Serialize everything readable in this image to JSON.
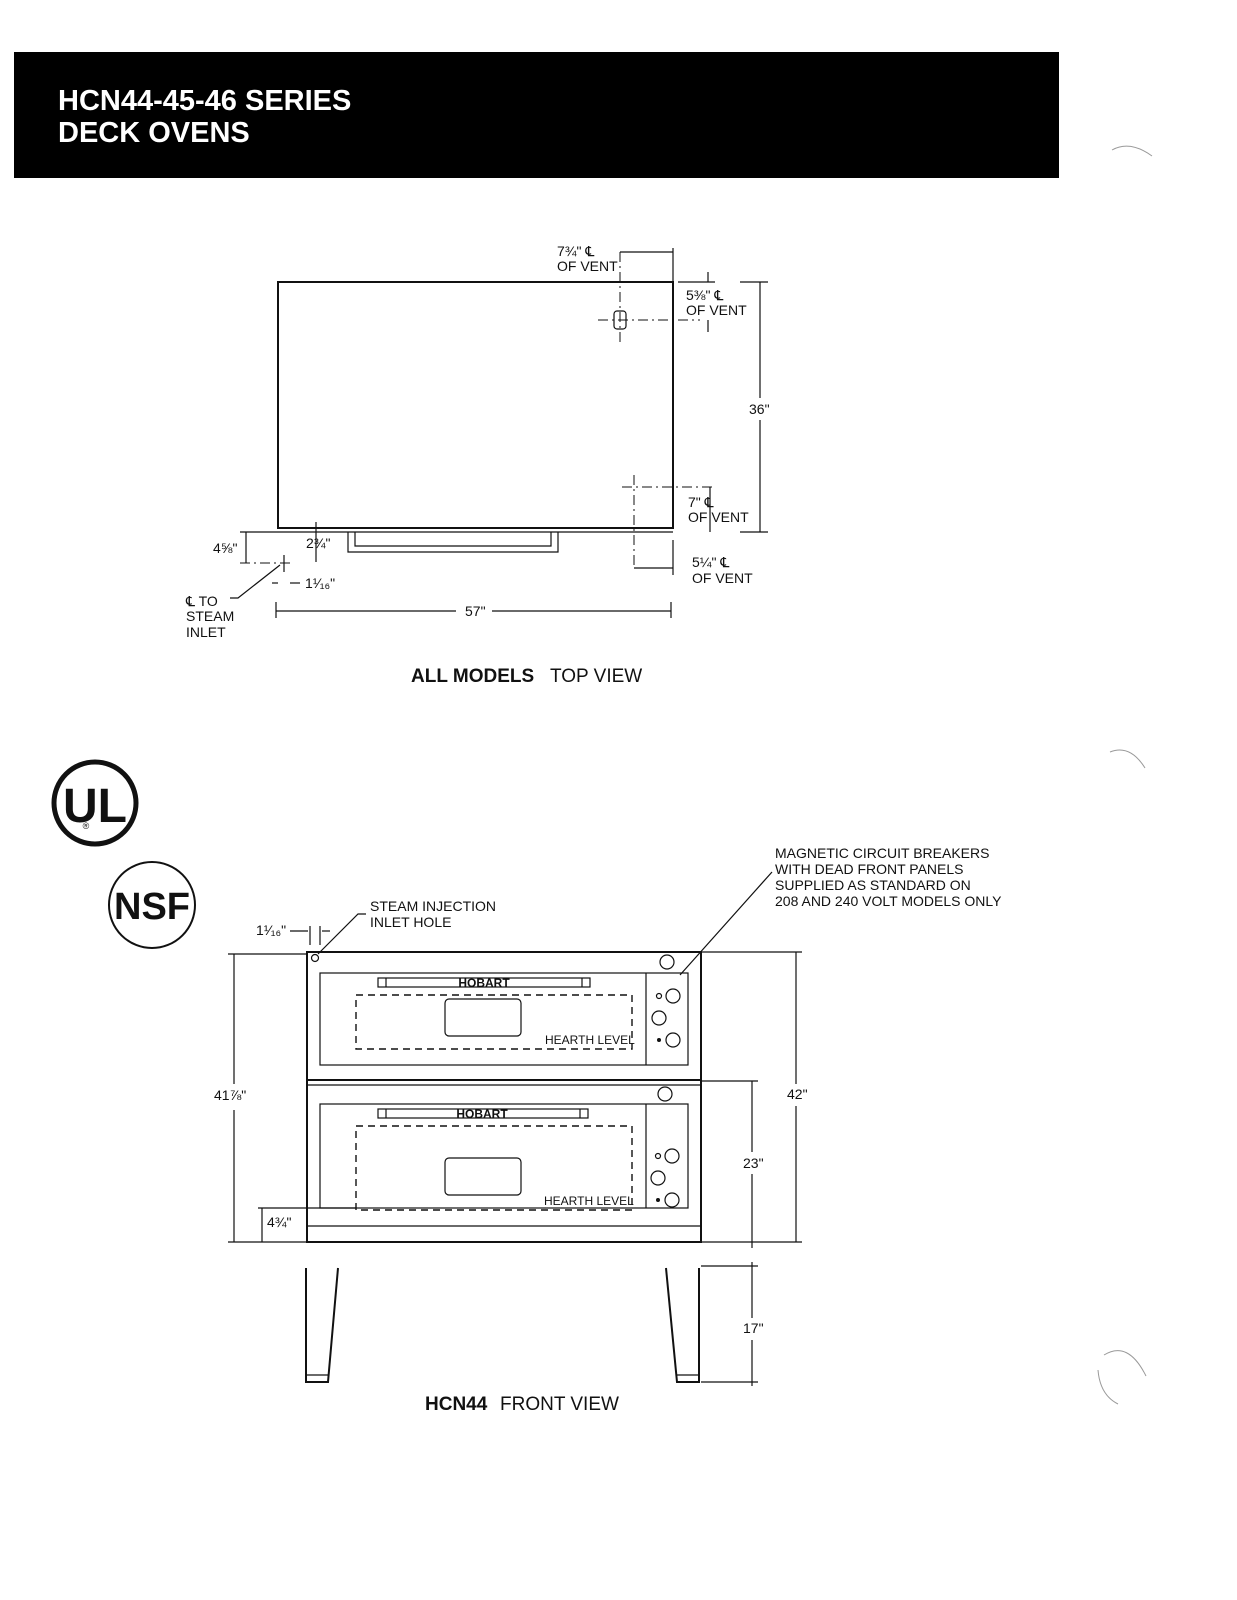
{
  "header": {
    "title_line1": "HCN44-45-46 SERIES",
    "title_line2": "DECK OVENS"
  },
  "top_view": {
    "caption_bold": "ALL MODELS",
    "caption": "TOP VIEW",
    "dim_vent_from_right": "7¾\" ℄",
    "dim_vent_from_right_2": "OF VENT",
    "dim_vent_from_back": "5⅜\" ℄",
    "dim_vent_from_back_2": "OF VENT",
    "dim_depth": "36\"",
    "dim_vent2_from_front": "7\" ℄",
    "dim_vent2_from_front_2": "OF VENT",
    "dim_vent2_from_right": "5¼\" ℄",
    "dim_vent2_from_right_2": "OF VENT",
    "dim_handle": "2¾\"",
    "dim_steam_depth": "4⅝\"",
    "dim_steam_side": "1¹⁄₁₆\"",
    "dim_width": "57\"",
    "steam_inlet_1": "℄ TO",
    "steam_inlet_2": "STEAM",
    "steam_inlet_3": "INLET"
  },
  "front_view": {
    "caption_bold": "HCN44",
    "caption": "FRONT VIEW",
    "steam_hole_1": "STEAM INJECTION",
    "steam_hole_2": "INLET HOLE",
    "dim_steam_side": "1¹⁄₁₆\"",
    "breaker_1": "MAGNETIC CIRCUIT BREAKERS",
    "breaker_2": "WITH DEAD FRONT PANELS",
    "breaker_3": "SUPPLIED AS STANDARD ON",
    "breaker_4": "208 AND 240 VOLT MODELS ONLY",
    "brand_upper": "HOBART",
    "brand_lower": "HOBART",
    "hearth_upper": "HEARTH LEVEL",
    "hearth_lower": "HEARTH LEVEL",
    "dim_total_oven": "41⅞\"",
    "dim_hearth": "4¾\"",
    "dim_total_height": "42\"",
    "dim_deck": "23\"",
    "dim_legs": "17\""
  },
  "logos": {
    "ul_main": "UL",
    "ul_mark": "®",
    "nsf": "NSF"
  }
}
